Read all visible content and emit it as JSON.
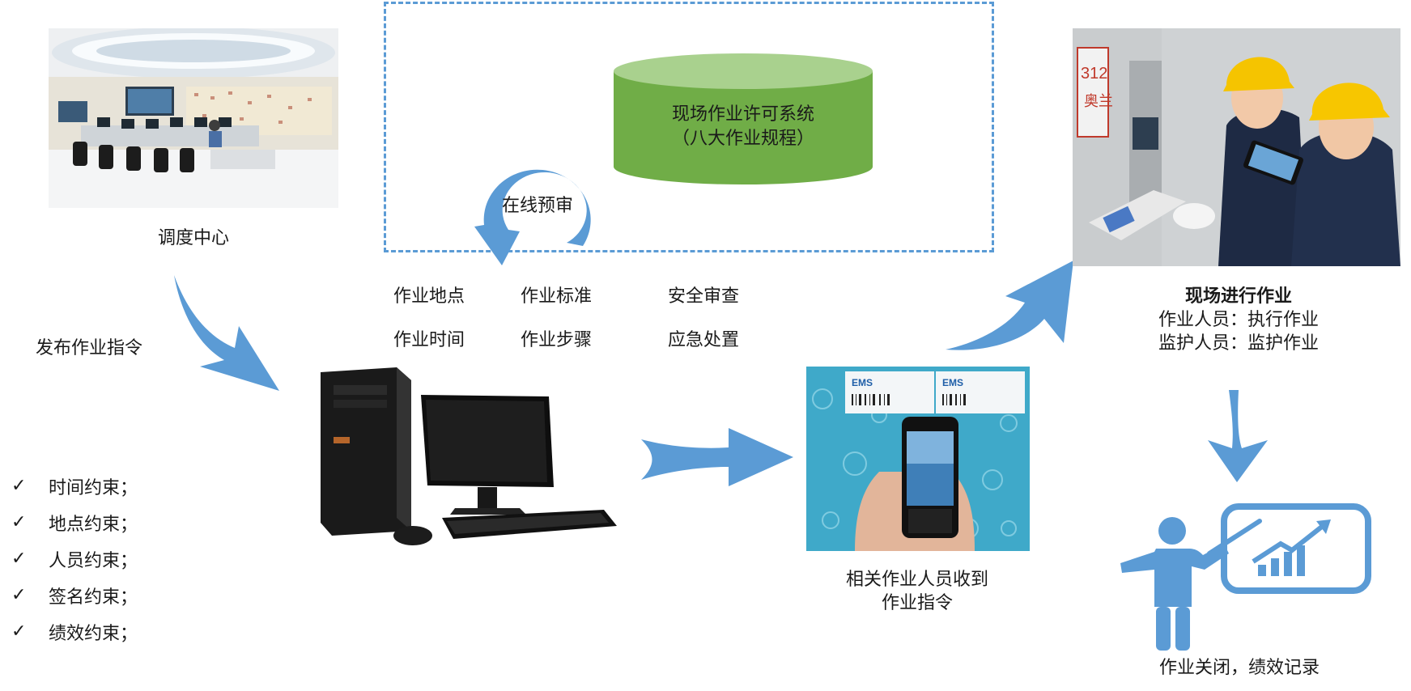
{
  "dispatch_center": {
    "label": "调度中心"
  },
  "issue_instruction": {
    "label": "发布作业指令"
  },
  "system": {
    "line1": "现场作业许可系统",
    "line2": "（八大作业规程）"
  },
  "online_review": {
    "label": "在线预审"
  },
  "review_items": [
    "作业地点",
    "作业标准",
    "安全审查",
    "作业时间",
    "作业步骤",
    "应急处置"
  ],
  "constraints": [
    "时间约束；",
    "地点约束；",
    "人员约束；",
    "签名约束；",
    "绩效约束；"
  ],
  "check_mark": "✓",
  "receive": {
    "line1": "相关作业人员收到",
    "line2": "作业指令"
  },
  "field_work": {
    "title": "现场进行作业",
    "line1": "作业人员：执行作业",
    "line2": "监护人员：监护作业"
  },
  "close": {
    "label": "作业关闭，绩效记录"
  },
  "photo_texts": {
    "ems_1": "EMS",
    "ems_2": "EMS",
    "panel_number": "312",
    "panel_text": "奥兰"
  },
  "colors": {
    "arrow": "#5b9bd5",
    "cylinder": "#70ad47",
    "cylinder_top": "#a9d18e",
    "figure": "#5b9bd5"
  }
}
